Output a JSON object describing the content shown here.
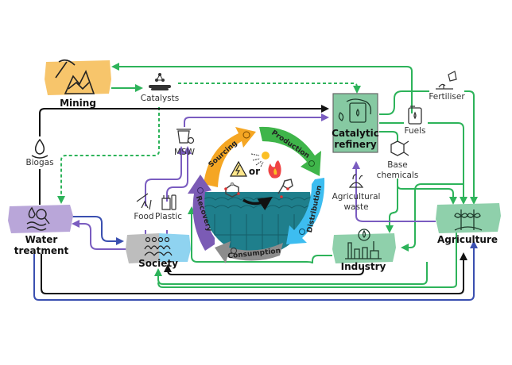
{
  "nodes": {
    "mining": {
      "label": "Mining",
      "color": "#f7c56b"
    },
    "water_treatment": {
      "label_line1": "Water",
      "label_line2": "treatment",
      "color": "#b9a6d9"
    },
    "society": {
      "label": "Society",
      "color_left": "#bdbdbd",
      "color_right": "#8fd3f0"
    },
    "catalytic_refinery": {
      "label_line1": "Catalytic",
      "label_line2": "refinery",
      "color": "#86c9a2"
    },
    "industry": {
      "label": "Industry",
      "color": "#8fd0ab"
    },
    "agriculture": {
      "label": "Agriculture",
      "color": "#8fd0ab"
    }
  },
  "items": {
    "catalysts": "Catalysts",
    "biogas": "Biogas",
    "msw": "MSW",
    "food": "Food",
    "plastic": "Plastic",
    "fertiliser": "Fertiliser",
    "fuels": "Fuels",
    "base_chemicals_line1": "Base",
    "base_chemicals_line2": "chemicals",
    "agricultural_waste_line1": "Agricultural",
    "agricultural_waste_line2": "waste"
  },
  "cycle": {
    "stages": [
      {
        "label": "Sourcing",
        "color": "#f5a623"
      },
      {
        "label": "Production",
        "color": "#3fb54a"
      },
      {
        "label": "Distribution",
        "color": "#3dbdf0"
      },
      {
        "label": "Consumption",
        "color": "#8c8c8c"
      },
      {
        "label": "Recovery",
        "color": "#7b5bb5"
      }
    ],
    "or_label": "or",
    "surface_color": "#1f7f8c"
  },
  "flow_colors": {
    "green": "#2db35a",
    "black": "#111111",
    "purple": "#7a5cc0",
    "blue": "#3a4fb0"
  }
}
